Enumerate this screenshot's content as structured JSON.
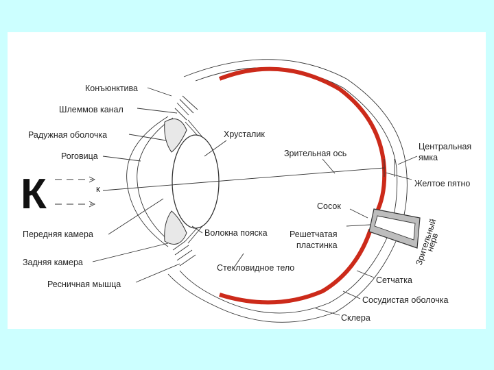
{
  "diagram": {
    "big_letter": "К",
    "small_letter": "к",
    "colors": {
      "background": "#CCFFFF",
      "panel": "#FFFFFF",
      "retina_red": "#CC2A1A",
      "line": "#333333",
      "nerve_gray": "#BDBDBD"
    },
    "labels": {
      "conjunctiva": "Конъюнктива",
      "schlemm_canal": "Шлеммов канал",
      "iris": "Радужная оболочка",
      "cornea": "Роговица",
      "anterior_chamber": "Передняя камера",
      "posterior_chamber": "Задняя камера",
      "ciliary_muscle": "Ресничная мышца",
      "lens": "Хрусталик",
      "optical_axis": "Зрительная ось",
      "zonule_fibers": "Волокна пояска",
      "vitreous_body": "Стекловидное тело",
      "fovea_line1": "Центральная",
      "fovea_line2": "ямка",
      "macula": "Желтое пятно",
      "optic_disc": "Сосок",
      "lamina_line1": "Решетчатая",
      "lamina_line2": "пластинка",
      "optic_nerve_line1": "Зрительный",
      "optic_nerve_line2": "нерв",
      "retina": "Сетчатка",
      "choroid": "Сосудистая оболочка",
      "sclera": "Склера"
    }
  }
}
